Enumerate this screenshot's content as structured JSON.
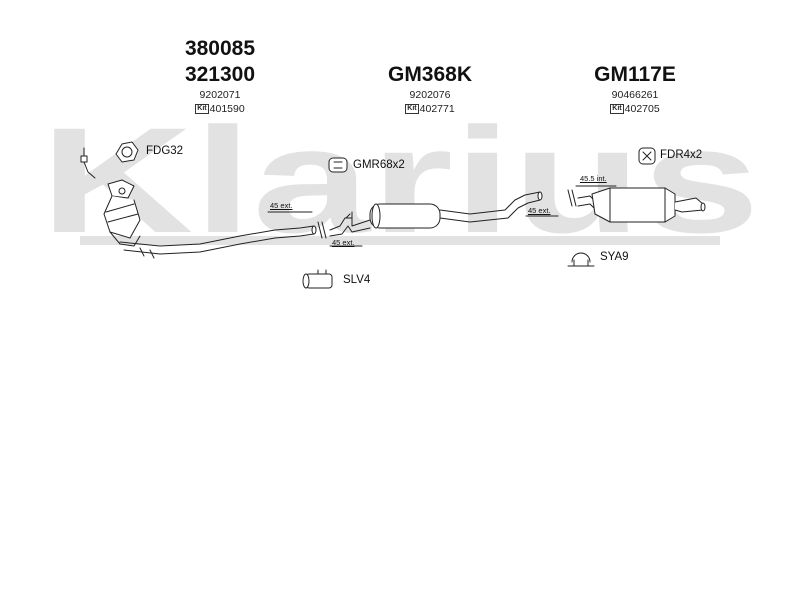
{
  "watermark": {
    "text": "Klarius",
    "color": "#e2e2e2"
  },
  "columns": [
    {
      "codes": [
        "380085",
        "321300"
      ],
      "oe_ref": "9202071",
      "kit_label": "Kit",
      "kit_number": "401590"
    },
    {
      "codes": [
        "GM368K"
      ],
      "oe_ref": "9202076",
      "kit_label": "Kit",
      "kit_number": "402771"
    },
    {
      "codes": [
        "GM117E"
      ],
      "oe_ref": "90466261",
      "kit_label": "Kit",
      "kit_number": "402705"
    }
  ],
  "parts": {
    "fdg32": "FDG32",
    "gmr68x2": "GMR68x2",
    "fdr4x2": "FDR4x2",
    "slv4": "SLV4",
    "sya9": "SYA9"
  },
  "dimensions": {
    "d1": "45 ext.",
    "d2": "45 ext.",
    "d3": "45 ext.",
    "d4": "45.5 int."
  },
  "colors": {
    "line": "#222222",
    "fill": "#ffffff"
  }
}
